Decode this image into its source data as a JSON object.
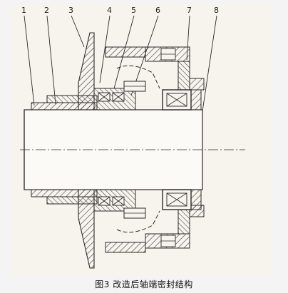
{
  "diagram": {
    "part_labels": [
      "1",
      "2",
      "3",
      "4",
      "5",
      "6",
      "7",
      "8"
    ],
    "caption": "图3    改造后轴端密封结构"
  },
  "colors": {
    "line": "#2a2a2a",
    "hatch": "#3a3a3a",
    "paper": "#f7f4ee",
    "shaft": "#fbfaf6"
  }
}
